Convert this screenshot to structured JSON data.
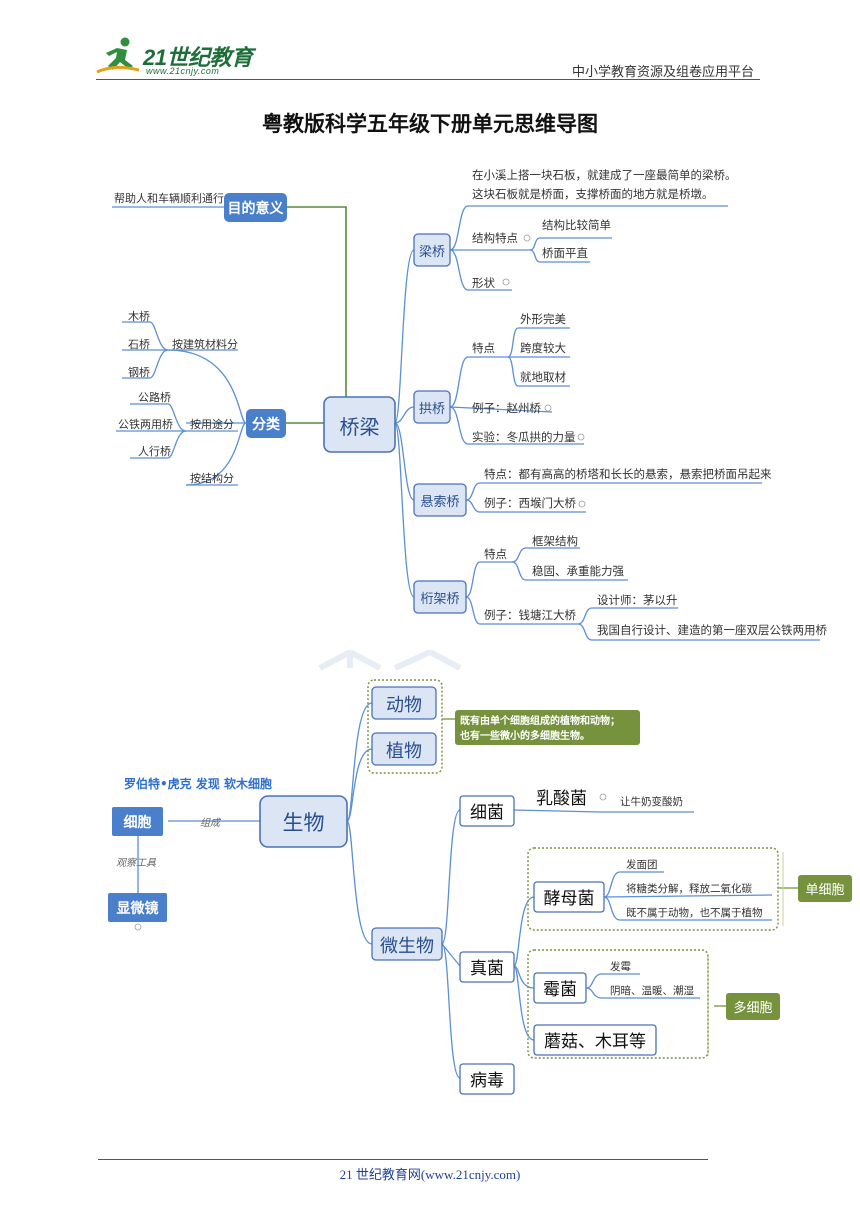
{
  "header": {
    "logo_text": "21世纪教育",
    "logo_url": "www.21cnjy.com",
    "right_text": "中小学教育资源及组卷应用平台"
  },
  "title": "粤教版科学五年级下册单元思维导图",
  "map1": {
    "center": "桥梁",
    "purpose": {
      "label": "目的意义",
      "leaf": "帮助人和车辆顺利通行"
    },
    "classify": {
      "label": "分类",
      "by_material": {
        "label": "按建筑材料分",
        "items": [
          "木桥",
          "石桥",
          "钢桥"
        ]
      },
      "by_use": {
        "label": "按用途分",
        "items": [
          "公路桥",
          "公铁两用桥",
          "人行桥"
        ]
      },
      "by_structure": {
        "label": "按结构分"
      }
    },
    "beam": {
      "label": "梁桥",
      "desc1": "在小溪上搭一块石板，就建成了一座最简单的梁桥。",
      "desc2": "这块石板就是桥面，支撑桥面的地方就是桥墩。",
      "feature": "结构特点",
      "features": [
        "结构比较简单",
        "桥面平直"
      ],
      "shape": "形状"
    },
    "arch": {
      "label": "拱桥",
      "feature": "特点",
      "features": [
        "外形完美",
        "跨度较大",
        "就地取材"
      ],
      "example": "例子：赵州桥",
      "experiment": "实验：冬瓜拱的力量"
    },
    "suspension": {
      "label": "悬索桥",
      "feature": "特点：都有高高的桥塔和长长的悬索，悬索把桥面吊起来",
      "example": "例子：西堠门大桥"
    },
    "truss": {
      "label": "桁架桥",
      "feature": "特点",
      "features": [
        "框架结构",
        "稳固、承重能力强"
      ],
      "example": "例子：钱塘江大桥",
      "designer": "设计师：茅以升",
      "fact": "我国自行设计、建造的第一座双层公铁两用桥"
    }
  },
  "map2": {
    "center": "生物",
    "discoverer": "罗伯特•虎克 发现 软木细胞",
    "cell": "细胞",
    "compose": "组成",
    "observe": "观察工具",
    "microscope": "显微镜",
    "animal": "动物",
    "plant": "植物",
    "note_line1": "既有由单个细胞组成的植物和动物；",
    "note_line2": "也有一些微小的多细胞生物。",
    "micro": "微生物",
    "bacteria": {
      "label": "细菌",
      "child": "乳酸菌",
      "leaf": "让牛奶变酸奶"
    },
    "fungi": {
      "label": "真菌",
      "yeast": {
        "label": "酵母菌",
        "items": [
          "发面团",
          "将糖类分解，释放二氧化碳",
          "既不属于动物，也不属于植物"
        ]
      },
      "mold": {
        "label": "霉菌",
        "items": [
          "发霉",
          "阴暗、温暖、潮湿"
        ]
      },
      "mushroom": "蘑菇、木耳等",
      "single": "单细胞",
      "multi": "多细胞"
    },
    "virus": "病毒"
  },
  "footer": "21 世纪教育网(www.21cnjy.com)",
  "colors": {
    "node_fill": "#dbe5f3",
    "node_stroke": "#4a72b8",
    "solid_blue": "#4a7fcc",
    "green_line": "#5a8a3a",
    "green_box": "#76923c",
    "blue_line": "#5b8fd6"
  }
}
